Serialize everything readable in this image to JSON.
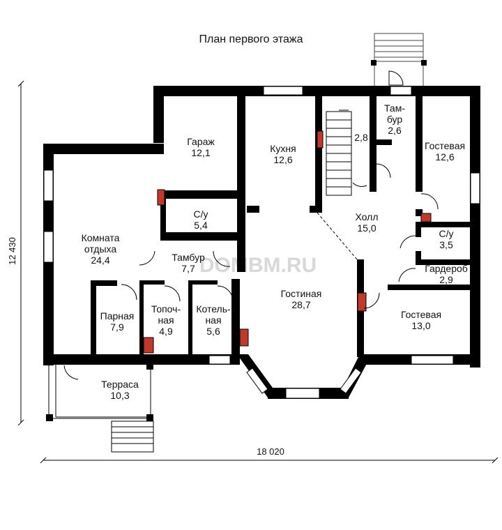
{
  "title": "План первого этажа",
  "watermark": "DOMBM.RU",
  "dimensions": {
    "width": "18 020",
    "depth": "12 430"
  },
  "rooms": {
    "garage": {
      "name": "Гараж",
      "area": "12,1"
    },
    "kitchen": {
      "name": "Кухня",
      "area": "12,6"
    },
    "stair": {
      "area": "2,8"
    },
    "tambur_top": {
      "name1": "Там-",
      "name2": "бур",
      "area": "2,6"
    },
    "guest_top": {
      "name": "Гостевая",
      "area": "12,6"
    },
    "wc_left": {
      "name": "С/у",
      "area": "5,4"
    },
    "hall": {
      "name": "Холл",
      "area": "15,0"
    },
    "wc_right": {
      "name": "С/у",
      "area": "3,5"
    },
    "lounge": {
      "name1": "Комната",
      "name2": "отдыха",
      "area": "24,4"
    },
    "tambur_mid": {
      "name": "Тамбур",
      "area": "7,7"
    },
    "wardrobe": {
      "name": "Гардероб",
      "area": "2,9"
    },
    "living": {
      "name": "Гостиная",
      "area": "28,7"
    },
    "sauna": {
      "name": "Парная",
      "area": "7,9"
    },
    "furnace": {
      "name1": "Топоч-",
      "name2": "ная",
      "area": "4,9"
    },
    "boiler": {
      "name1": "Котель-",
      "name2": "ная",
      "area": "5,6"
    },
    "guest_bottom": {
      "name": "Гостевая",
      "area": "13,0"
    },
    "terrace": {
      "name": "Терраса",
      "area": "10,3"
    }
  },
  "colors": {
    "wall": "#000000",
    "brick": "#c0392b",
    "window": "#ffffff"
  }
}
